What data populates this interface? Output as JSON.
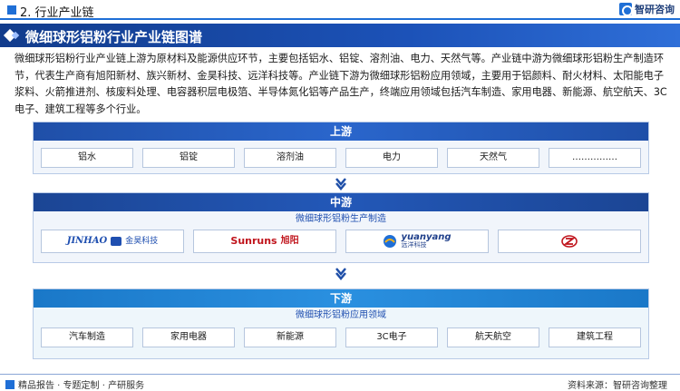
{
  "header": {
    "section": "2. 行业产业链",
    "brand": "智研咨询"
  },
  "title": "微细球形铝粉行业产业链图谱",
  "intro": "微细球形铝粉行业产业链上游为原材料及能源供应环节，主要包括铝水、铝锭、溶剂油、电力、天然气等。产业链中游为微细球形铝粉生产制造环节，代表生产商有旭阳新材、族兴新材、金昊科技、远洋科技等。产业链下游为微细球形铝粉应用领域，主要用于铝颜料、耐火材料、太阳能电子浆料、火箭推进剂、核废料处理、电容器积层电极箔、半导体氮化铝等产品生产，终端应用领域包括汽车制造、家用电器、新能源、航空航天、3C电子、建筑工程等多个行业。",
  "upstream": {
    "label": "上游",
    "items": [
      "铝水",
      "铝锭",
      "溶剂油",
      "电力",
      "天然气",
      "……………"
    ]
  },
  "midstream": {
    "label": "中游",
    "sub": "微细球形铝粉生产制造",
    "logos": [
      {
        "name": "jinhao",
        "text": "JINHAO",
        "cn": "金昊科技"
      },
      {
        "name": "sunruns",
        "text": "Sunruns",
        "cn": "旭阳"
      },
      {
        "name": "yuanyang",
        "text": "yuanyang",
        "cn": "远洋科技"
      },
      {
        "name": "zuxing",
        "text": "",
        "cn": ""
      }
    ]
  },
  "downstream": {
    "label": "下游",
    "sub": "微细球形铝粉应用领域",
    "items": [
      "汽车制造",
      "家用电器",
      "新能源",
      "3C电子",
      "航天航空",
      "建筑工程"
    ]
  },
  "footer": {
    "left": "精品报告 · 专题定制 · 产研服务",
    "source": "资料来源：智研咨询整理"
  },
  "colors": {
    "primary": "#1f6fd6",
    "navy": "#123c8c",
    "mid": "#1c52b8"
  }
}
